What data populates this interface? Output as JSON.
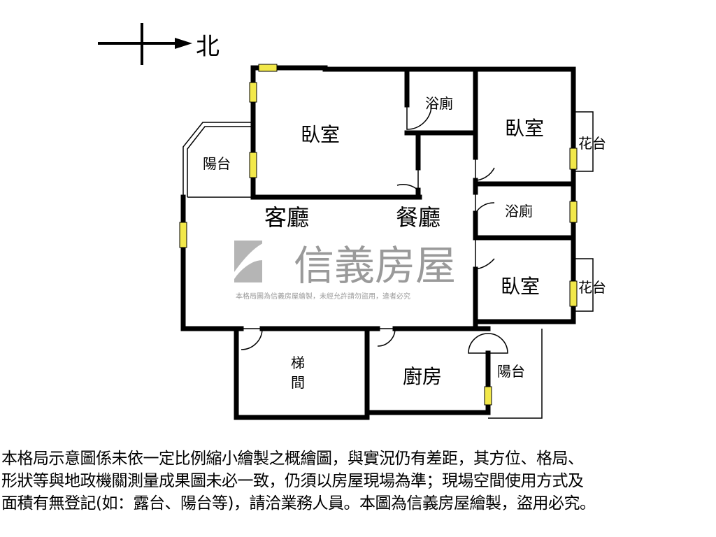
{
  "compass": {
    "label": "北",
    "icon": "north-arrow-icon"
  },
  "watermark": {
    "brand": "信義房屋",
    "notice": "本格局圖為信義房屋繪製，未經允許請勿盜用，違者必究",
    "color": "#9a9a9a"
  },
  "rooms": {
    "bedroom_1": "臥室",
    "bath_1": "浴廁",
    "bedroom_2": "臥室",
    "planter_1": "花台",
    "balcony_1": "陽台",
    "bath_2": "浴廁",
    "living": "客廳",
    "dining": "餐廳",
    "bedroom_3": "臥室",
    "planter_2": "花台",
    "stair_1": "梯",
    "stair_2": "間",
    "kitchen": "廚房",
    "balcony_2": "陽台"
  },
  "colors": {
    "wall": "#000000",
    "window": "#f2e84a"
  },
  "disclaimer": [
    "本格局示意圖係未依一定比例縮小繪製之概繪圖，與實況仍有差距，其方位、格局、",
    "形狀等與地政機關測量成果圖未必一致，仍須以房屋現場為準；現場空間使用方式及",
    "面積有無登記(如：露台、陽台等)，請洽業務人員。本圖為信義房屋繪製，盜用必究。"
  ]
}
